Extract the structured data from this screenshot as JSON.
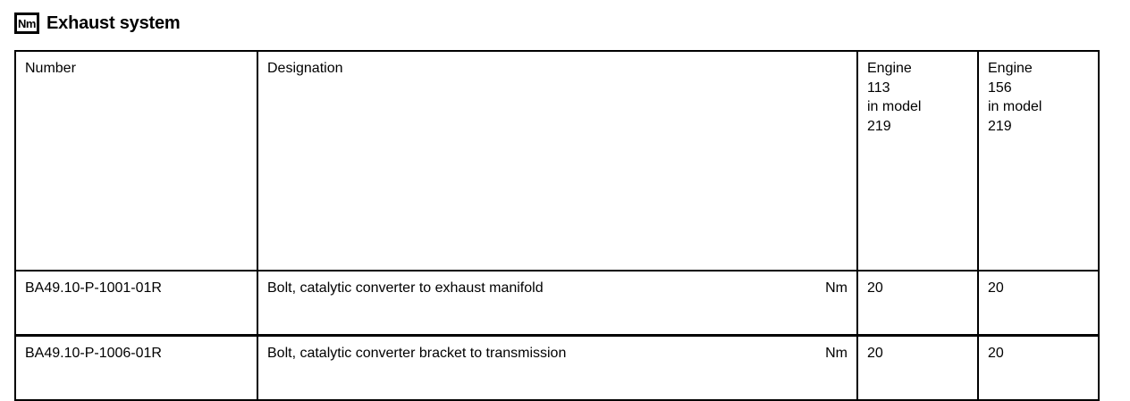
{
  "document": {
    "title": "Exhaust system",
    "unit_badge": "Nm"
  },
  "table": {
    "columns": [
      {
        "key": "number",
        "label": "Number"
      },
      {
        "key": "designation",
        "label": "Designation"
      },
      {
        "key": "engine_113",
        "label_lines": [
          "Engine",
          "113",
          "in model",
          "219"
        ]
      },
      {
        "key": "engine_156",
        "label_lines": [
          "Engine",
          "156",
          "in model",
          "219"
        ]
      }
    ],
    "header": {
      "number": "Number",
      "designation": "Designation",
      "engine_113": {
        "line1": "Engine",
        "line2": "113",
        "line3": "in model",
        "line4": "219"
      },
      "engine_156": {
        "line1": "Engine",
        "line2": "156",
        "line3": "in model",
        "line4": "219"
      }
    },
    "rows": [
      {
        "number": "BA49.10-P-1001-01R",
        "designation": "Bolt, catalytic converter to exhaust manifold",
        "unit": "Nm",
        "engine_113": "20",
        "engine_156": "20"
      },
      {
        "number": "BA49.10-P-1006-01R",
        "designation": "Bolt, catalytic converter bracket to transmission",
        "unit": "Nm",
        "engine_113": "20",
        "engine_156": "20"
      }
    ]
  },
  "colors": {
    "border": "#000000",
    "text": "#000000",
    "background": "#ffffff"
  }
}
